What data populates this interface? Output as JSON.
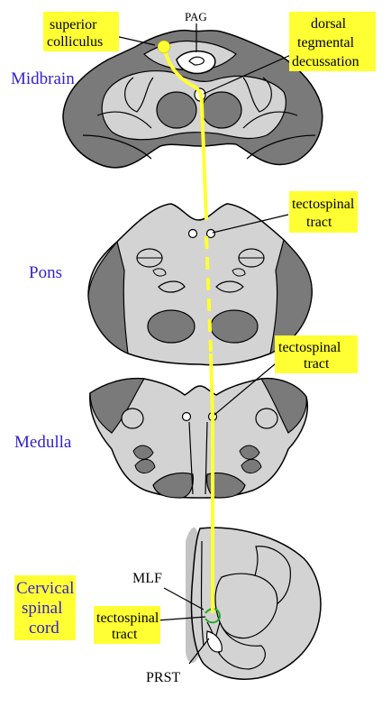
{
  "regions": {
    "midbrain": "Midbrain",
    "pons": "Pons",
    "medulla": "Medulla",
    "spinal_1": "Cervical",
    "spinal_2": "spinal",
    "spinal_3": "cord"
  },
  "labels": {
    "superior_colliculus_1": "superior",
    "superior_colliculus_2": "colliculus",
    "pag": "PAG",
    "dtd_1": "dorsal",
    "dtd_2": "tegmental",
    "dtd_3": "decussation",
    "tect_pons_1": "tectospinal",
    "tect_pons_2": "tract",
    "tect_med_1": "tectospinal",
    "tect_med_2": "tract",
    "mlf": "MLF",
    "tect_cord_1": "tectospinal",
    "tect_cord_2": "tract",
    "prst": "PRST"
  },
  "colors": {
    "tract": "#ffff33",
    "highlight": "#ffff33",
    "light_tissue": "#d3d3d3",
    "dark_tissue": "#7a7a7a",
    "region_text": "#3322cc",
    "mlf_ring": "#22aa22"
  }
}
